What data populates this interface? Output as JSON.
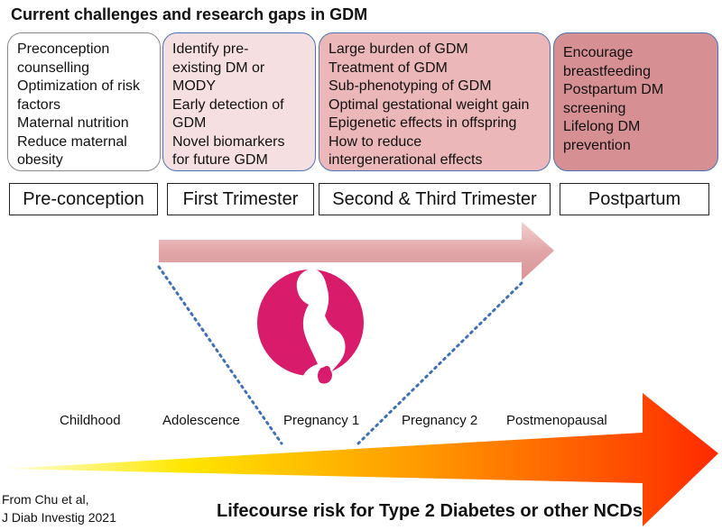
{
  "title": "Current challenges and research gaps in GDM",
  "boxes": [
    {
      "lines": [
        "Preconception",
        "counselling",
        "Optimization of risk",
        "factors",
        "Maternal nutrition",
        "Reduce maternal",
        "obesity"
      ]
    },
    {
      "lines": [
        "Identify pre-",
        "existing DM or",
        "MODY",
        "Early detection of",
        "GDM",
        "Novel biomarkers",
        "for future GDM"
      ]
    },
    {
      "lines": [
        "Large burden of GDM",
        "Treatment of GDM",
        "Sub-phenotyping of GDM",
        "Optimal gestational weight gain",
        "Epigenetic effects in offspring",
        "How to reduce",
        "intergenerational effects"
      ]
    },
    {
      "lines": [
        "Encourage",
        "breastfeeding",
        "Postpartum DM",
        "screening",
        "Lifelong DM",
        "prevention"
      ]
    }
  ],
  "stages": [
    "Pre-conception",
    "First Trimester",
    "Second & Third Trimester",
    "Postpartum"
  ],
  "lifecourse": [
    "Childhood",
    "Adolescence",
    "Pregnancy 1",
    "Pregnancy 2",
    "Postmenopausal"
  ],
  "citation": [
    "From Chu et al,",
    "J Diab Investig 2021"
  ],
  "caption": "Lifecourse risk for Type 2 Diabetes or other NCDs",
  "icons": {
    "pregnancy": "pregnant-woman-icon"
  },
  "colors": {
    "pink_arrow": "#e2a6a8",
    "icon_circle": "#d81b6a",
    "risk_gradient_start": "#fff200",
    "risk_gradient_end": "#ff2a00",
    "dotted_line": "#3f6fb5"
  }
}
